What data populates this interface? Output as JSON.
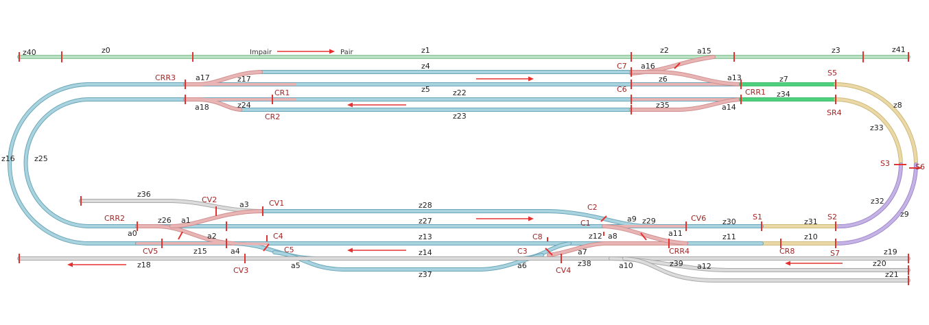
{
  "colors": {
    "blue": "#a9d3de",
    "blue_edge": "#6aa6b8",
    "green": "#b9e0c3",
    "green_edge": "#86c496",
    "bright_green": "#4fd07f",
    "pink": "#e8b4b4",
    "pink_edge": "#cf8f8f",
    "grey": "#dcdcdc",
    "grey_edge": "#a8a8a8",
    "tan": "#ead9a6",
    "tan_edge": "#cdb97a",
    "purple": "#c6b3e6",
    "purple_edge": "#9d88c9",
    "red": "#e53030",
    "signal_text": "#a32424"
  },
  "direction": {
    "from": "Impair",
    "to": "Pair"
  },
  "zone_labels": [
    {
      "id": "z40",
      "text": "z40"
    },
    {
      "id": "z0",
      "text": "z0"
    },
    {
      "id": "z1",
      "text": "z1"
    },
    {
      "id": "z2",
      "text": "z2"
    },
    {
      "id": "a15",
      "text": "a15"
    },
    {
      "id": "z3",
      "text": "z3"
    },
    {
      "id": "z41",
      "text": "z41"
    },
    {
      "id": "a17",
      "text": "a17"
    },
    {
      "id": "z17",
      "text": "z17"
    },
    {
      "id": "z4",
      "text": "z4"
    },
    {
      "id": "a16",
      "text": "a16"
    },
    {
      "id": "z6",
      "text": "z6"
    },
    {
      "id": "a13",
      "text": "a13"
    },
    {
      "id": "z7",
      "text": "z7"
    },
    {
      "id": "z5",
      "text": "z5"
    },
    {
      "id": "z22",
      "text": "z22"
    },
    {
      "id": "z34",
      "text": "z34"
    },
    {
      "id": "a18",
      "text": "a18"
    },
    {
      "id": "z24",
      "text": "z24"
    },
    {
      "id": "z35",
      "text": "z35"
    },
    {
      "id": "a14",
      "text": "a14"
    },
    {
      "id": "z23",
      "text": "z23"
    },
    {
      "id": "z8",
      "text": "z8"
    },
    {
      "id": "z33",
      "text": "z33"
    },
    {
      "id": "z16",
      "text": "z16"
    },
    {
      "id": "z25",
      "text": "z25"
    },
    {
      "id": "z36",
      "text": "z36"
    },
    {
      "id": "a3",
      "text": "a3"
    },
    {
      "id": "z28",
      "text": "z28"
    },
    {
      "id": "z32",
      "text": "z32"
    },
    {
      "id": "z26",
      "text": "z26"
    },
    {
      "id": "a1",
      "text": "a1"
    },
    {
      "id": "z27",
      "text": "z27"
    },
    {
      "id": "a9",
      "text": "a9"
    },
    {
      "id": "z29",
      "text": "z29"
    },
    {
      "id": "z30",
      "text": "z30"
    },
    {
      "id": "z31",
      "text": "z31"
    },
    {
      "id": "z9",
      "text": "z9"
    },
    {
      "id": "a0",
      "text": "a0"
    },
    {
      "id": "a2",
      "text": "a2"
    },
    {
      "id": "z13",
      "text": "z13"
    },
    {
      "id": "z12",
      "text": "z12"
    },
    {
      "id": "a8",
      "text": "a8"
    },
    {
      "id": "a11",
      "text": "a11"
    },
    {
      "id": "z11",
      "text": "z11"
    },
    {
      "id": "z10",
      "text": "z10"
    },
    {
      "id": "z15",
      "text": "z15"
    },
    {
      "id": "a4",
      "text": "a4"
    },
    {
      "id": "z14",
      "text": "z14"
    },
    {
      "id": "a7",
      "text": "a7"
    },
    {
      "id": "z19",
      "text": "z19"
    },
    {
      "id": "z18",
      "text": "z18"
    },
    {
      "id": "a5",
      "text": "a5"
    },
    {
      "id": "a6",
      "text": "a6"
    },
    {
      "id": "z38",
      "text": "z38"
    },
    {
      "id": "a10",
      "text": "a10"
    },
    {
      "id": "z39",
      "text": "z39"
    },
    {
      "id": "a12",
      "text": "a12"
    },
    {
      "id": "z20",
      "text": "z20"
    },
    {
      "id": "z37",
      "text": "z37"
    },
    {
      "id": "z21",
      "text": "z21"
    }
  ],
  "signal_labels": [
    {
      "id": "CRR3",
      "text": "CRR3"
    },
    {
      "id": "C7",
      "text": "C7"
    },
    {
      "id": "S5",
      "text": "S5"
    },
    {
      "id": "CR1",
      "text": "CR1"
    },
    {
      "id": "C6",
      "text": "C6"
    },
    {
      "id": "CRR1",
      "text": "CRR1"
    },
    {
      "id": "CR2",
      "text": "CR2"
    },
    {
      "id": "SR4",
      "text": "SR4"
    },
    {
      "id": "S3",
      "text": "S3"
    },
    {
      "id": "S6",
      "text": "S6"
    },
    {
      "id": "CV2",
      "text": "CV2"
    },
    {
      "id": "CV1",
      "text": "CV1"
    },
    {
      "id": "C2",
      "text": "C2"
    },
    {
      "id": "CRR2",
      "text": "CRR2"
    },
    {
      "id": "C1",
      "text": "C1"
    },
    {
      "id": "CV6",
      "text": "CV6"
    },
    {
      "id": "S1",
      "text": "S1"
    },
    {
      "id": "S2",
      "text": "S2"
    },
    {
      "id": "C4",
      "text": "C4"
    },
    {
      "id": "C8",
      "text": "C8"
    },
    {
      "id": "CV5",
      "text": "CV5"
    },
    {
      "id": "C5",
      "text": "C5"
    },
    {
      "id": "CRR4",
      "text": "CRR4"
    },
    {
      "id": "CR8",
      "text": "CR8"
    },
    {
      "id": "S7",
      "text": "S7"
    },
    {
      "id": "C3",
      "text": "C3"
    },
    {
      "id": "CV3",
      "text": "CV3"
    },
    {
      "id": "CV4",
      "text": "CV4"
    }
  ]
}
